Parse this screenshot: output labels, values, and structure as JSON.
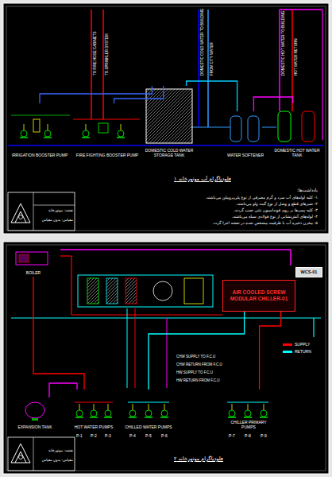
{
  "diagram": {
    "nodes": [
      {
        "text": [
          "IRRIGATION BOOSTER PUMP"
        ]
      },
      {
        "text": [
          "FIRE FIGHTING BOOSTER PUMP"
        ]
      },
      {
        "text": [
          "DOMESTIC COLD WATER STORAGE TANK"
        ]
      },
      {
        "text": [
          "WATER SOFTENER"
        ]
      },
      {
        "text": [
          "DOMESTIC HOT WATER TANK"
        ]
      },
      {
        "text": [
          "BOILER"
        ]
      },
      {
        "text": [
          "WCS-01"
        ]
      },
      {
        "text": [
          "AIR COOLED SCREW MODULAR CHILLER-01"
        ]
      },
      {
        "text": [
          "EXPANSION TANK"
        ]
      },
      {
        "text": [
          "HOT WATER PUMPS"
        ]
      },
      {
        "text": [
          "CHILLED WATER PUMPS"
        ]
      },
      {
        "text": [
          "CHILLER PRIMARY PUMPS"
        ]
      }
    ],
    "edges": [
      {
        "from": 2,
        "to": 0,
        "arrow": "none"
      },
      {
        "from": 2,
        "to": 1,
        "arrow": "none"
      },
      {
        "from": 3,
        "to": 2,
        "arrow": "none"
      },
      {
        "from": 3,
        "to": 4,
        "arrow": "none"
      },
      {
        "from": 5,
        "to": 9,
        "arrow": "none"
      },
      {
        "from": 8,
        "to": 9,
        "arrow": "none"
      },
      {
        "from": 10,
        "to": 7,
        "arrow": "none"
      },
      {
        "from": 7,
        "to": 11,
        "arrow": "none"
      }
    ],
    "labels": [
      "TO FIRE HOSE CABINETS",
      "TO SPRINKLER SYSTEM",
      "DOMESTIC COLD WATER TO BUILDING",
      "FROM CITY WATER",
      "DOMESTIC HOT WATER TO BUILDING",
      "HOT WATER RETURN",
      "فلودیاگرام آب موتورخانه ۱",
      "یادداشت‌ها:",
      "۱- کلیه لوله‌های آب سرد و گرم مصرفی از نوع پلی‌پروپیلن می‌باشند.",
      "۲- شیرهای قطع و وصل از نوع گیت ولو می‌باشند.",
      "۳- کلیه پمپ‌ها بر روی فونداسیون بتنی نصب گردند.",
      "۴- لوله‌های آتش‌نشانی از نوع فولادی سیاه می‌باشند.",
      "۵- مخزن ذخیره آب با ظرفیت مشخص شده در نقشه اجرا گردد.",
      "نقشه: موتورخانه",
      "مقیاس: بدون مقیاس",
      "CHW SUPPLY TO F.C.U",
      "CHW RETURN FROM F.C.U",
      "HW SUPPLY TO F.C.U",
      "HW RETURN FROM F.C.U",
      "P-1",
      "P-2",
      "P-3",
      "P-4",
      "P-5",
      "P-6",
      "P-7",
      "P-8",
      "P-9",
      "فلودیاگرام موتورخانه ۲",
      "نقشه: موتورخانه",
      "مقیاس: بدون مقیاس"
    ],
    "legend": [
      {
        "text": "SUPPLY",
        "color": "#ff0000"
      },
      {
        "text": "RETURN",
        "color": "#00ffff"
      }
    ]
  }
}
